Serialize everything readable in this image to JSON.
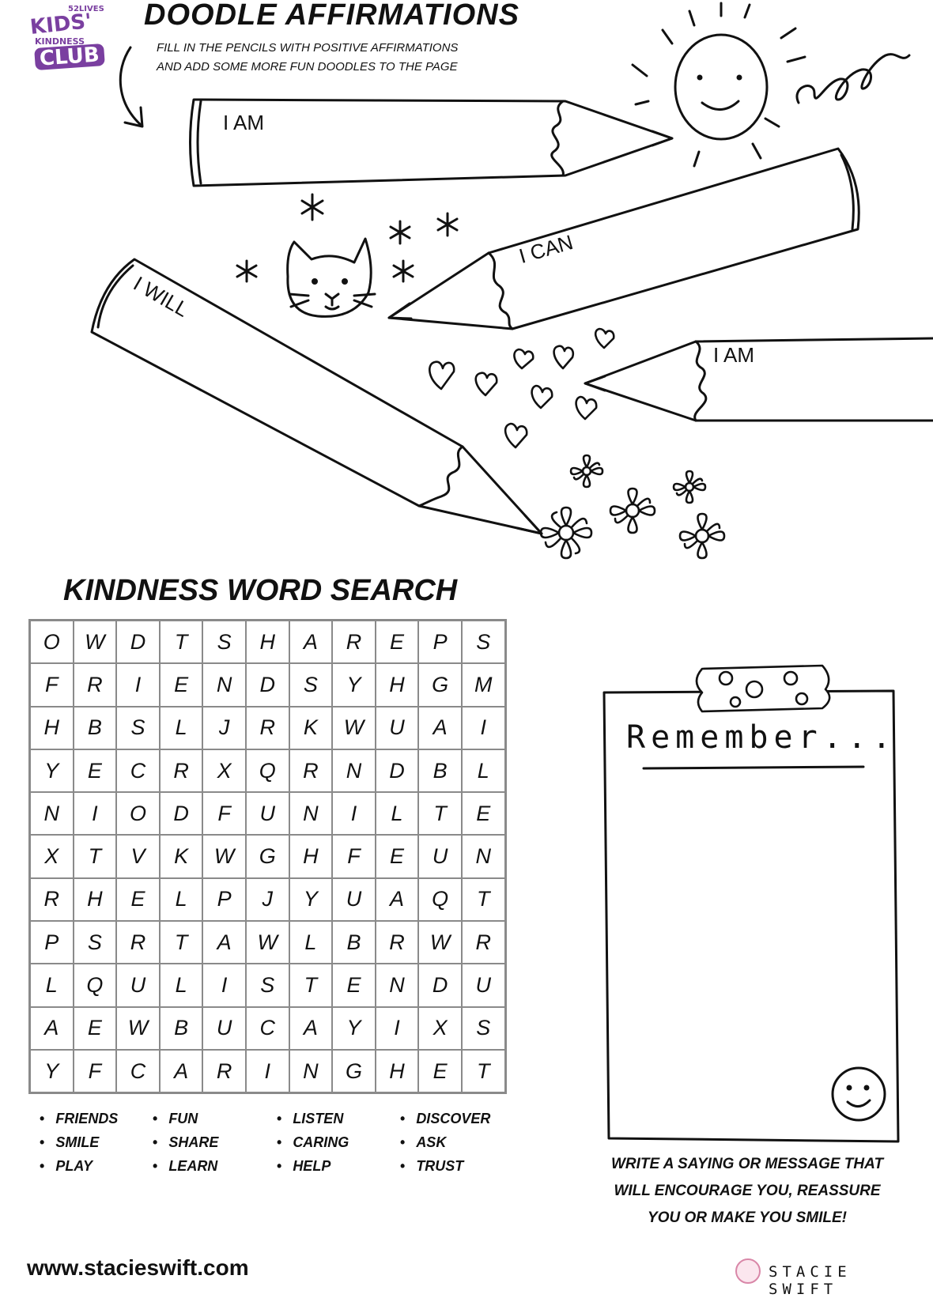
{
  "logo": {
    "small_text": "52LIVES",
    "line1": "KIDS'",
    "line2": "KINDNESS",
    "line3": "CLUB",
    "color": "#7a3fa0"
  },
  "header": {
    "title": "DOODLE AFFIRMATIONS",
    "instruction_line1": "FILL IN THE PENCILS WITH POSITIVE AFFIRMATIONS",
    "instruction_line2": "AND ADD SOME MORE FUN DOODLES TO THE PAGE"
  },
  "pencils": [
    {
      "label": "I AM"
    },
    {
      "label": "I CAN"
    },
    {
      "label": "I WILL"
    },
    {
      "label": "I AM"
    }
  ],
  "word_search": {
    "title": "KINDNESS WORD SEARCH",
    "grid": [
      [
        "O",
        "W",
        "D",
        "T",
        "S",
        "H",
        "A",
        "R",
        "E",
        "P",
        "S"
      ],
      [
        "F",
        "R",
        "I",
        "E",
        "N",
        "D",
        "S",
        "Y",
        "H",
        "G",
        "M"
      ],
      [
        "H",
        "B",
        "S",
        "L",
        "J",
        "R",
        "K",
        "W",
        "U",
        "A",
        "I"
      ],
      [
        "Y",
        "E",
        "C",
        "R",
        "X",
        "Q",
        "R",
        "N",
        "D",
        "B",
        "L"
      ],
      [
        "N",
        "I",
        "O",
        "D",
        "F",
        "U",
        "N",
        "I",
        "L",
        "T",
        "E"
      ],
      [
        "X",
        "T",
        "V",
        "K",
        "W",
        "G",
        "H",
        "F",
        "E",
        "U",
        "N"
      ],
      [
        "R",
        "H",
        "E",
        "L",
        "P",
        "J",
        "Y",
        "U",
        "A",
        "Q",
        "T"
      ],
      [
        "P",
        "S",
        "R",
        "T",
        "A",
        "W",
        "L",
        "B",
        "R",
        "W",
        "R"
      ],
      [
        "L",
        "Q",
        "U",
        "L",
        "I",
        "S",
        "T",
        "E",
        "N",
        "D",
        "U"
      ],
      [
        "A",
        "E",
        "W",
        "B",
        "U",
        "C",
        "A",
        "Y",
        "I",
        "X",
        "S"
      ],
      [
        "Y",
        "F",
        "C",
        "A",
        "R",
        "I",
        "N",
        "G",
        "H",
        "E",
        "T"
      ]
    ],
    "words": [
      [
        "FRIENDS",
        "SMILE",
        "PLAY"
      ],
      [
        "FUN",
        "SHARE",
        "LEARN"
      ],
      [
        "LISTEN",
        "CARING",
        "HELP"
      ],
      [
        "DISCOVER",
        "ASK",
        "TRUST"
      ]
    ]
  },
  "remember_card": {
    "heading": "Remember...",
    "caption_line1": "WRITE A SAYING OR MESSAGE THAT",
    "caption_line2": "WILL ENCOURAGE YOU, REASSURE",
    "caption_line3": "YOU OR MAKE YOU SMILE!"
  },
  "footer": {
    "url": "www.stacieswift.com",
    "brand": "STACIE SWIFT"
  }
}
